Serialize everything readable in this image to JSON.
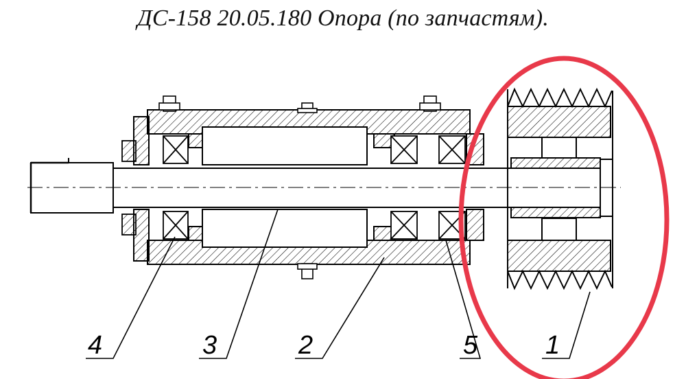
{
  "title": "ДС-158 20.05.180 Опора (по запчастям).",
  "callouts": [
    {
      "label": "4"
    },
    {
      "label": "3"
    },
    {
      "label": "2"
    },
    {
      "label": "5"
    },
    {
      "label": "1"
    }
  ],
  "colors": {
    "line": "#000000",
    "highlight": "#e8394a",
    "background": "#ffffff"
  }
}
